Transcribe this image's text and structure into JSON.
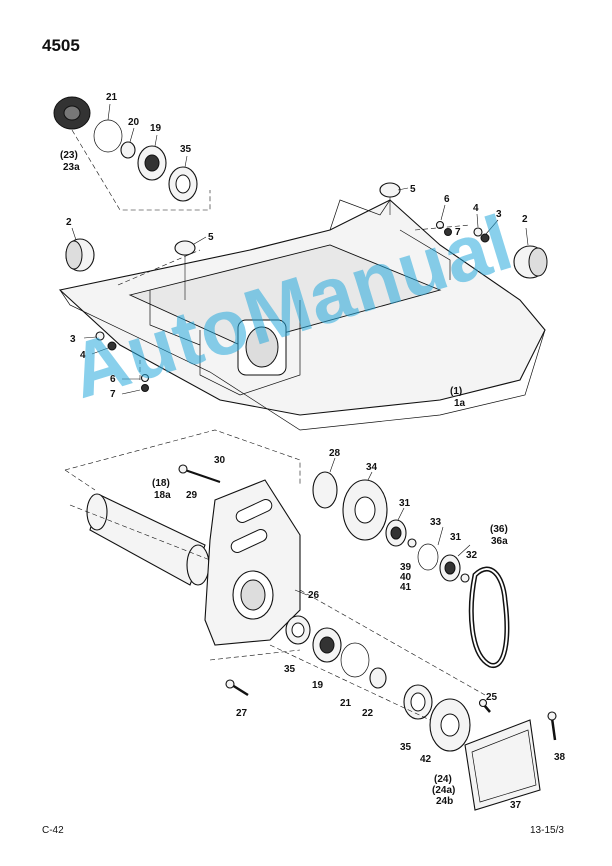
{
  "header": {
    "page_number": "4505"
  },
  "footer": {
    "left": "C-42",
    "right": "13-15/3"
  },
  "watermark": "AutoManual",
  "callouts": [
    {
      "id": "c21a",
      "text": "21"
    },
    {
      "id": "c20a",
      "text": "20"
    },
    {
      "id": "c19a",
      "text": "19"
    },
    {
      "id": "c35a",
      "text": "35"
    },
    {
      "id": "c23p",
      "text": "(23)"
    },
    {
      "id": "c23a",
      "text": "23a"
    },
    {
      "id": "c5a",
      "text": "5"
    },
    {
      "id": "c6a",
      "text": "6"
    },
    {
      "id": "c4a",
      "text": "4"
    },
    {
      "id": "c3a",
      "text": "3"
    },
    {
      "id": "c2a",
      "text": "2"
    },
    {
      "id": "c7a",
      "text": "7"
    },
    {
      "id": "c2b",
      "text": "2"
    },
    {
      "id": "c5b",
      "text": "5"
    },
    {
      "id": "c3b",
      "text": "3"
    },
    {
      "id": "c4b",
      "text": "4"
    },
    {
      "id": "c6b",
      "text": "6"
    },
    {
      "id": "c7b",
      "text": "7"
    },
    {
      "id": "c1p",
      "text": "(1)"
    },
    {
      "id": "c1a",
      "text": "1a"
    },
    {
      "id": "c30",
      "text": "30"
    },
    {
      "id": "c18p",
      "text": "(18)"
    },
    {
      "id": "c18a",
      "text": "18a"
    },
    {
      "id": "c29",
      "text": "29"
    },
    {
      "id": "c28",
      "text": "28"
    },
    {
      "id": "c34",
      "text": "34"
    },
    {
      "id": "c31a",
      "text": "31"
    },
    {
      "id": "c33",
      "text": "33"
    },
    {
      "id": "c31b",
      "text": "31"
    },
    {
      "id": "c36p",
      "text": "(36)"
    },
    {
      "id": "c36a",
      "text": "36a"
    },
    {
      "id": "c32",
      "text": "32"
    },
    {
      "id": "c39",
      "text": "39"
    },
    {
      "id": "c40",
      "text": "40"
    },
    {
      "id": "c41",
      "text": "41"
    },
    {
      "id": "c26",
      "text": "26"
    },
    {
      "id": "c35b",
      "text": "35"
    },
    {
      "id": "c19b",
      "text": "19"
    },
    {
      "id": "c21b",
      "text": "21"
    },
    {
      "id": "c22",
      "text": "22"
    },
    {
      "id": "c27",
      "text": "27"
    },
    {
      "id": "c25",
      "text": "25"
    },
    {
      "id": "c35c",
      "text": "35"
    },
    {
      "id": "c42",
      "text": "42"
    },
    {
      "id": "c24p",
      "text": "(24)"
    },
    {
      "id": "c24ap",
      "text": "(24a)"
    },
    {
      "id": "c24b",
      "text": "24b"
    },
    {
      "id": "c38",
      "text": "38"
    },
    {
      "id": "c37",
      "text": "37"
    }
  ]
}
